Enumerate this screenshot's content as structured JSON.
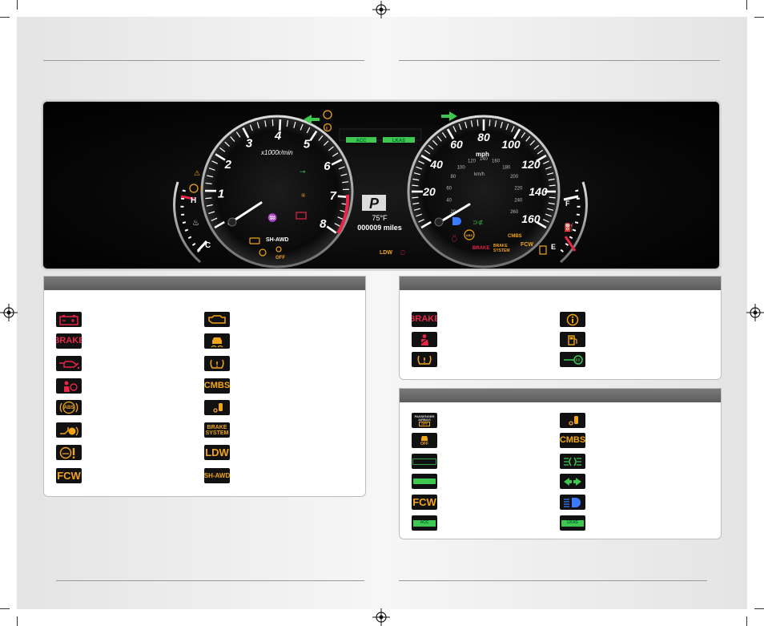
{
  "cluster": {
    "tach_unit": "x1000r/min",
    "tach_numbers": [
      "1",
      "2",
      "3",
      "4",
      "5",
      "6",
      "7",
      "8"
    ],
    "speed_unit": "mph",
    "speed_unit_small": "km/h",
    "speed_numbers": [
      "20",
      "40",
      "60",
      "80",
      "100",
      "120",
      "140",
      "160"
    ],
    "kmh_numbers": [
      "20",
      "40",
      "60",
      "80",
      "100",
      "120",
      "140",
      "160",
      "180",
      "200",
      "220",
      "240",
      "260"
    ],
    "temp_high": "H",
    "temp_low": "C",
    "fuel_full": "F",
    "fuel_empty": "E",
    "gear": "P",
    "outside_temp": "75°F",
    "odometer": "000009 miles",
    "acc_label": "ACC",
    "lkas_label": "LKAS",
    "shawd_label": "SH-AWD",
    "off_label": "OFF",
    "ldw_label": "LDW",
    "brake_label": "BRAKE",
    "brake_system_line1": "BRAKE",
    "brake_system_line2": "SYSTEM",
    "cmbs_label": "CMBS",
    "fcw_label": "FCW",
    "abs_label": "ABS"
  },
  "left_panel": {
    "col1": [
      {
        "icon": "battery-icon",
        "color": "#e8264a"
      },
      {
        "icon": "brake-text",
        "text": "BRAKE",
        "color": "#e8264a"
      },
      {
        "icon": "oil-pressure-icon",
        "color": "#e8264a"
      },
      {
        "icon": "seatbelt-airbag-icon",
        "color": "#e8264a"
      },
      {
        "icon": "abs-icon",
        "text": "ABS",
        "color": "#f2a516"
      },
      {
        "icon": "lane-keeping-icon",
        "color": "#f2a516"
      },
      {
        "icon": "steering-warning-icon",
        "color": "#f2a516"
      },
      {
        "icon": "fcw-text",
        "text": "FCW",
        "color": "#f2a516"
      }
    ],
    "col2": [
      {
        "icon": "check-engine-icon",
        "color": "#f2a516"
      },
      {
        "icon": "vsa-icon",
        "color": "#f2a516"
      },
      {
        "icon": "tire-pressure-icon",
        "color": "#f2a516"
      },
      {
        "icon": "cmbs-text",
        "text": "CMBS",
        "color": "#f2a516"
      },
      {
        "icon": "blind-spot-icon",
        "color": "#f2a516"
      },
      {
        "icon": "brake-system-text",
        "text": "BRAKE",
        "text2": "SYSTEM",
        "color": "#f2a516"
      },
      {
        "icon": "ldw-text",
        "text": "LDW",
        "color": "#f2a516"
      },
      {
        "icon": "shawd-text",
        "text": "SH-AWD",
        "color": "#f2a516"
      }
    ]
  },
  "right_top_panel": {
    "col1": [
      {
        "icon": "brake-text",
        "text": "BRAKE",
        "color": "#e8264a"
      },
      {
        "icon": "seatbelt-icon",
        "color": "#e8264a"
      },
      {
        "icon": "tire-pressure-icon",
        "color": "#f2a516"
      }
    ],
    "col2": [
      {
        "icon": "info-icon",
        "color": "#f2a516"
      },
      {
        "icon": "fuel-icon",
        "color": "#f2a516"
      },
      {
        "icon": "immobilizer-key-icon",
        "color": "#3ec850"
      }
    ]
  },
  "right_bottom_panel": {
    "col1": [
      {
        "icon": "passenger-airbag-icon",
        "text": "PASSENGER",
        "text2": "AIRBAG",
        "text3": "OFF",
        "color": "#f2a516"
      },
      {
        "icon": "vsa-off-icon",
        "text": "OFF",
        "color": "#f2a516"
      },
      {
        "icon": "acc-indicator-outline-icon",
        "color": "#3ec850"
      },
      {
        "icon": "acc-indicator-solid-icon",
        "color": "#3ec850"
      },
      {
        "icon": "fcw-text",
        "text": "FCW",
        "color": "#f2a516"
      },
      {
        "icon": "acc-text",
        "text": "ACC",
        "color": "#3ec850"
      }
    ],
    "col2": [
      {
        "icon": "blind-spot-icon",
        "color": "#f2a516"
      },
      {
        "icon": "cmbs-text",
        "text": "CMBS",
        "color": "#f2a516"
      },
      {
        "icon": "fog-light-icon",
        "color": "#3ec850"
      },
      {
        "icon": "turn-signal-icon",
        "color": "#3ec850"
      },
      {
        "icon": "high-beam-icon",
        "color": "#3b7bff"
      },
      {
        "icon": "lkas-text",
        "text": "LKAS",
        "color": "#3ec850"
      }
    ]
  }
}
